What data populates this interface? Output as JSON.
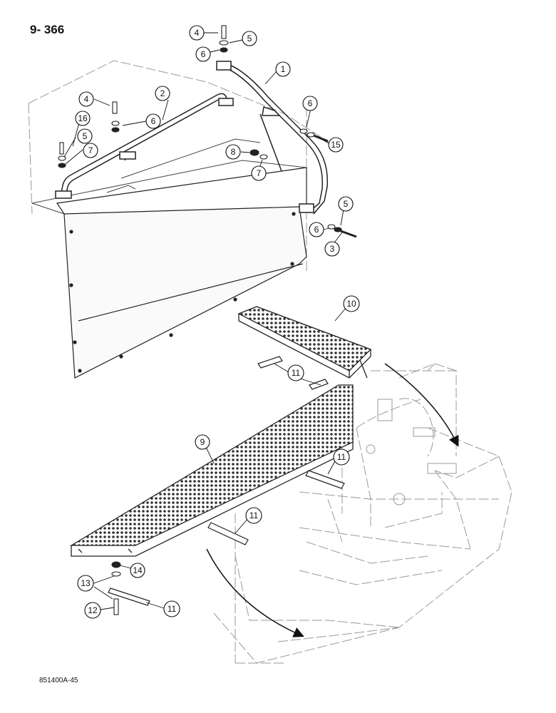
{
  "page": {
    "number": "9- 366",
    "drawing_code": "851400A-45"
  },
  "callouts": {
    "c1": "1",
    "c2": "2",
    "c3": "3",
    "c4a": "4",
    "c4b": "4",
    "c5a": "5",
    "c5b": "5",
    "c5c": "5",
    "c6a": "6",
    "c6b": "6",
    "c6c": "6",
    "c6d": "6",
    "c7a": "7",
    "c7b": "7",
    "c8": "8",
    "c9": "9",
    "c10": "10",
    "c11a": "11",
    "c11b": "11",
    "c11c": "11",
    "c11d": "11",
    "c12": "12",
    "c13": "13",
    "c14": "14",
    "c15": "15",
    "c16": "16"
  },
  "colors": {
    "line": "#222222",
    "ghost": "#9a9a9a",
    "mesh": "#333333"
  }
}
